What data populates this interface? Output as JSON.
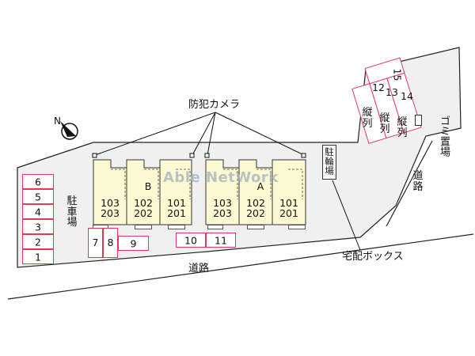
{
  "labels": {
    "camera": "防犯カメラ",
    "parking_left": "駐車場",
    "road_bottom": "道路",
    "road_right": "道路",
    "trash": "ゴミ置場",
    "bike": "駐輪場",
    "delivery_box": "宅配ボックス",
    "watermark": "Able NetWork"
  },
  "buildings": {
    "B": {
      "name": "B",
      "units": [
        {
          "top": "103",
          "bottom": "203"
        },
        {
          "top": "102",
          "bottom": "202"
        },
        {
          "top": "101",
          "bottom": "201"
        }
      ]
    },
    "A": {
      "name": "A",
      "units": [
        {
          "top": "103",
          "bottom": "203"
        },
        {
          "top": "102",
          "bottom": "202"
        },
        {
          "top": "101",
          "bottom": "201"
        }
      ]
    }
  },
  "parking": {
    "left_column": [
      "6",
      "5",
      "4",
      "3",
      "2",
      "1"
    ],
    "bottom_small": [
      "7",
      "8",
      "9"
    ],
    "bottom_mid": [
      "10",
      "11"
    ],
    "top_right": [
      "12",
      "13",
      "14",
      "15"
    ],
    "vertical_parking_label": "縦列"
  },
  "colors": {
    "building_fill": "#fdf9d2",
    "slot_border": "#e23a56",
    "lot_fill": "#f0f0f0"
  }
}
